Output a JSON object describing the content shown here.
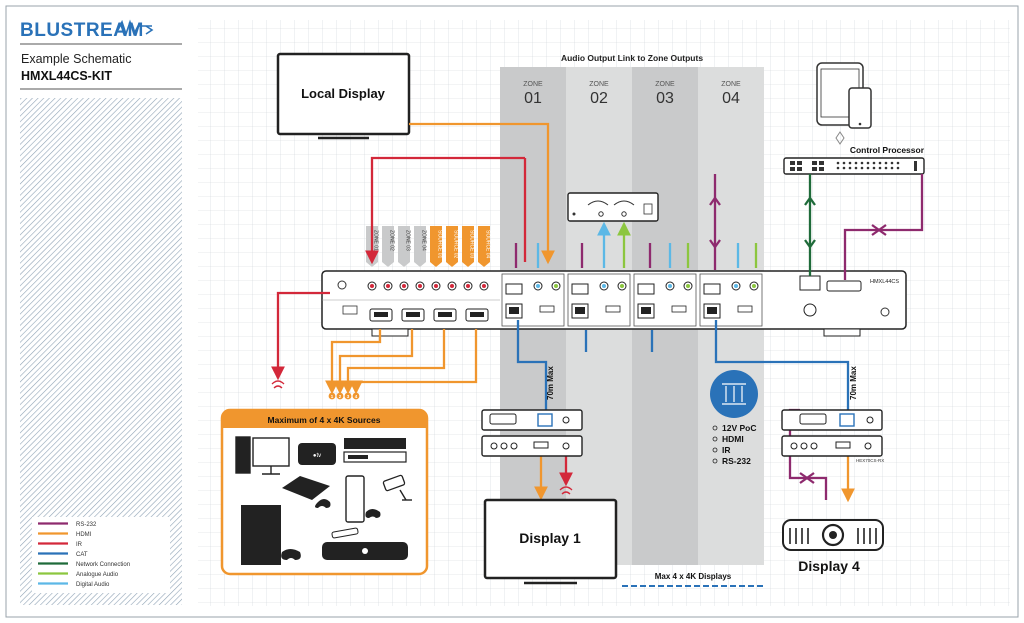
{
  "brand": {
    "name": "BLUSTREAM"
  },
  "sidebar": {
    "subtitle": "Example Schematic",
    "model": "HMXL44CS-KIT"
  },
  "legend": {
    "items": [
      {
        "label": "RS-232",
        "color": "#8e2a6e"
      },
      {
        "label": "HDMI",
        "color": "#f0962e"
      },
      {
        "label": "IR",
        "color": "#d3283a"
      },
      {
        "label": "CAT",
        "color": "#2a72b8"
      },
      {
        "label": "Network Connection",
        "color": "#1f6b3a"
      },
      {
        "label": "Analogue Audio",
        "color": "#8cc63f"
      },
      {
        "label": "Digital Audio",
        "color": "#5cb8e6"
      }
    ]
  },
  "diagram": {
    "audio_link_label": "Audio Output Link to Zone Outputs",
    "zones": [
      {
        "label": "ZONE",
        "number": "01"
      },
      {
        "label": "ZONE",
        "number": "02"
      },
      {
        "label": "ZONE",
        "number": "03"
      },
      {
        "label": "ZONE",
        "number": "04"
      }
    ],
    "local_display": "Local Display",
    "control_processor": "Control Processor",
    "matrix_model": "HMXL44CS",
    "port_tags": [
      "ZONE 01",
      "ZONE 02",
      "ZONE 03",
      "ZONE 04",
      "SOURCE 01",
      "SOURCE 02",
      "SOURCE 03",
      "SOURCE 04"
    ],
    "sources_box_title": "Maximum of 4 x 4K Sources",
    "source_numbers": [
      "1",
      "2",
      "3",
      "4"
    ],
    "distance_left": "70m Max",
    "distance_right": "70m Max",
    "hdbaset_features": [
      "12V PoC",
      "HDMI",
      "IR",
      "RS-232"
    ],
    "display_1": "Display 1",
    "display_4": "Display 4",
    "max_displays": "Max 4 x 4K Displays",
    "receiver_model": "HEX70CS-RX"
  }
}
